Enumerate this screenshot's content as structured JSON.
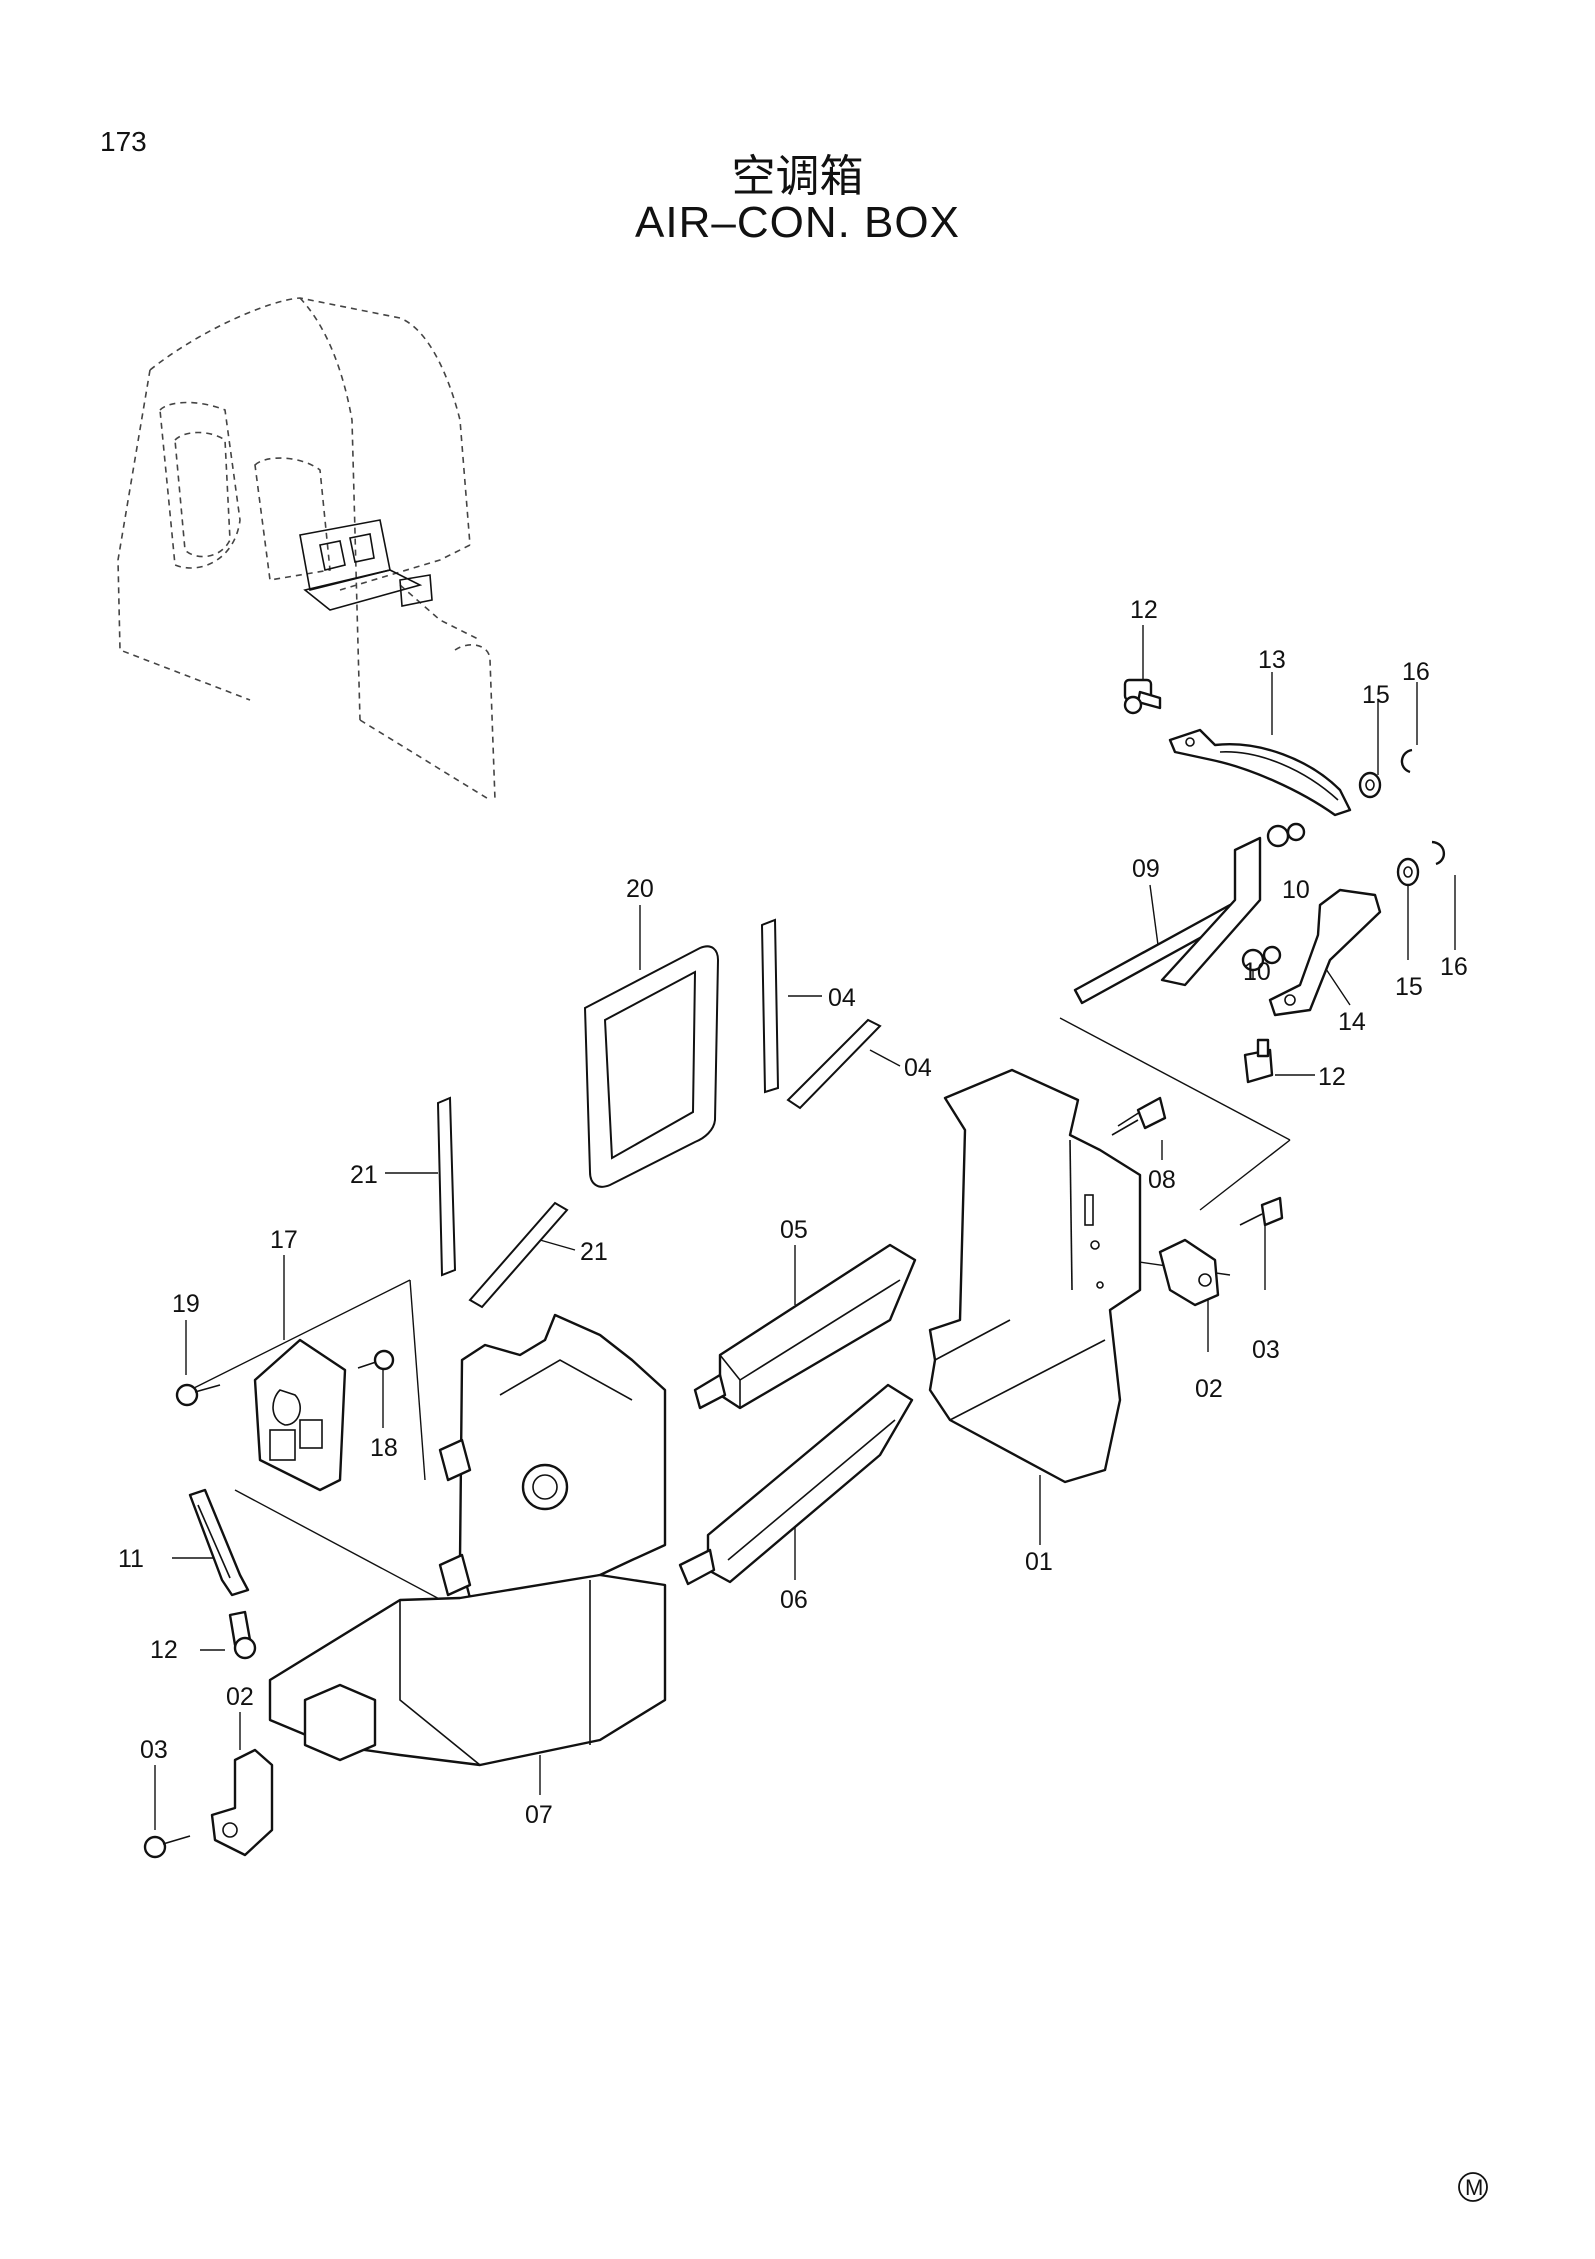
{
  "page": {
    "number": "173",
    "title_cn": "空调箱",
    "title_en": "AIR–CON. BOX",
    "corner_mark": "M"
  },
  "callouts": {
    "c12a": "12",
    "c13": "13",
    "c15a": "15",
    "c16a": "16",
    "c09": "09",
    "c10a": "10",
    "c10b": "10",
    "c15b": "15",
    "c16b": "16",
    "c14": "14",
    "c12b": "12",
    "c20": "20",
    "c04a": "04",
    "c04b": "04",
    "c08": "08",
    "c21a": "21",
    "c21b": "21",
    "c05": "05",
    "c03a": "03",
    "c02a": "02",
    "c17": "17",
    "c19": "19",
    "c18": "18",
    "c01": "01",
    "c06": "06",
    "c11": "11",
    "c12c": "12",
    "c02b": "02",
    "c03b": "03",
    "c07": "07"
  }
}
